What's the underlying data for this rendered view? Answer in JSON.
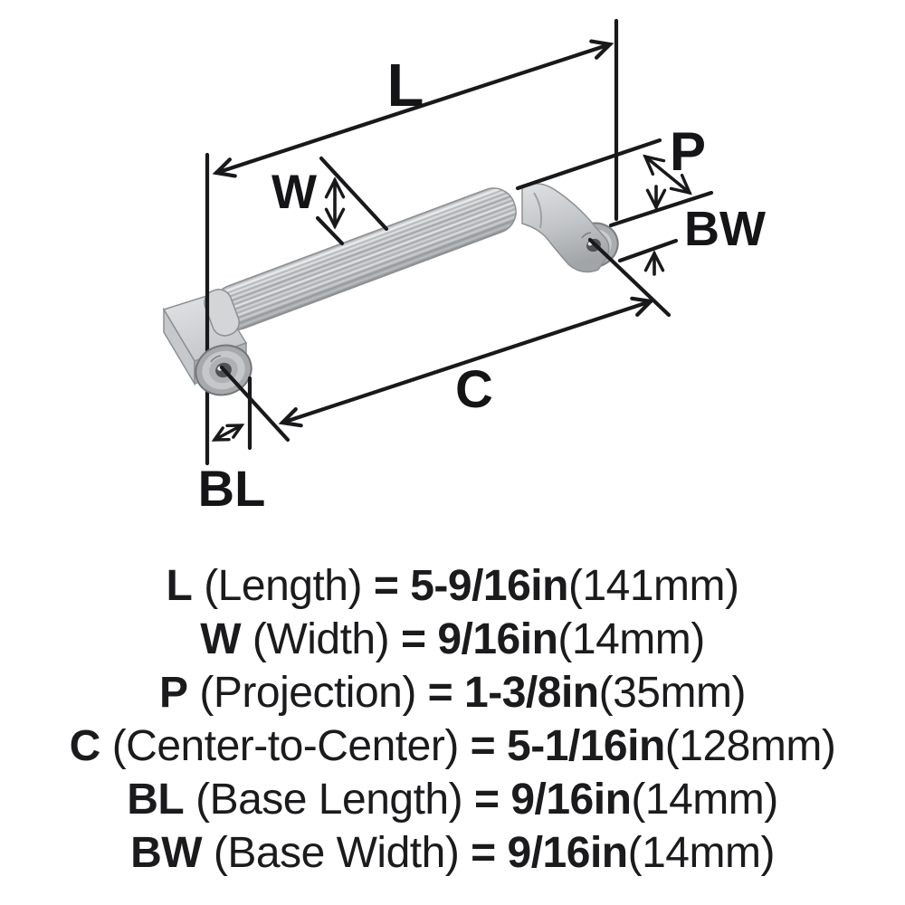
{
  "diagram": {
    "labels": {
      "L": "L",
      "W": "W",
      "P": "P",
      "BW": "BW",
      "C": "C",
      "BL": "BL"
    },
    "subject": "cabinet bar pull handle, isometric line drawing"
  },
  "legend": {
    "rows": [
      {
        "abbr": "L",
        "name": "(Length)",
        "eq": "=",
        "inches": "5-9/16in",
        "mm": "(141mm)"
      },
      {
        "abbr": "W",
        "name": "(Width)",
        "eq": "=",
        "inches": "9/16in",
        "mm": "(14mm)"
      },
      {
        "abbr": "P",
        "name": "(Projection)",
        "eq": "=",
        "inches": "1-3/8in",
        "mm": "(35mm)"
      },
      {
        "abbr": "C",
        "name": "(Center-to-Center)",
        "eq": "=",
        "inches": "5-1/16in",
        "mm": "(128mm)"
      },
      {
        "abbr": "BL",
        "name": "(Base Length)",
        "eq": "=",
        "inches": "9/16in",
        "mm": "(14mm)"
      },
      {
        "abbr": "BW",
        "name": "(Base Width)",
        "eq": "=",
        "inches": "9/16in",
        "mm": "(14mm)"
      }
    ]
  },
  "colors": {
    "ink": "#19191b",
    "text": "#1b1b1d",
    "metal_light": "#eef0f1",
    "metal_mid": "#c5c7c9",
    "metal_dark": "#8f9294",
    "background": "#ffffff"
  }
}
